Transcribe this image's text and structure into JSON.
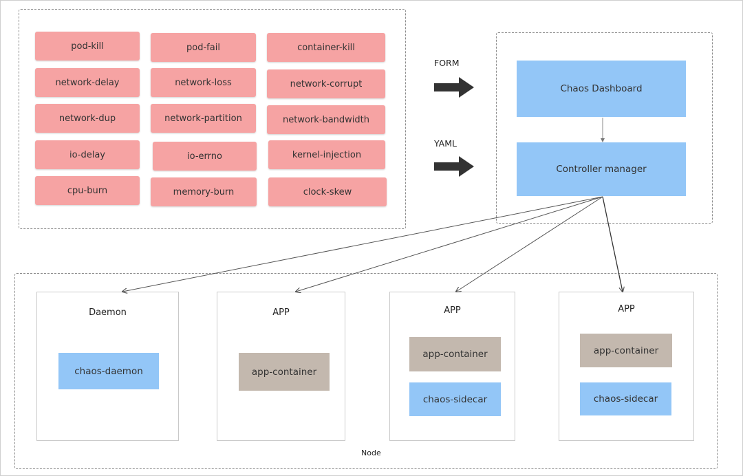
{
  "chaos_types": [
    "pod-kill",
    "pod-fail",
    "container-kill",
    "network-delay",
    "network-loss",
    "network-corrupt",
    "network-dup",
    "network-partition",
    "network-bandwidth",
    "io-delay",
    "io-errno",
    "kernel-injection",
    "cpu-burn",
    "memory-burn",
    "clock-skew"
  ],
  "inputs": {
    "form": "FORM",
    "yaml": "YAML"
  },
  "control_plane": {
    "dashboard": "Chaos Dashboard",
    "controller": "Controller manager"
  },
  "node": {
    "label": "Node",
    "cards": [
      {
        "title": "Daemon",
        "items": [
          {
            "text": "chaos-daemon",
            "kind": "daemon"
          }
        ]
      },
      {
        "title": "APP",
        "items": [
          {
            "text": "app-container",
            "kind": "container"
          }
        ]
      },
      {
        "title": "APP",
        "items": [
          {
            "text": "app-container",
            "kind": "container"
          },
          {
            "text": "chaos-sidecar",
            "kind": "sidecar"
          }
        ]
      },
      {
        "title": "APP",
        "items": [
          {
            "text": "app-container",
            "kind": "container"
          },
          {
            "text": "chaos-sidecar",
            "kind": "sidecar"
          }
        ]
      }
    ]
  },
  "colors": {
    "chaos_box": "#f6a3a3",
    "control_box": "#93c6f7",
    "container_box": "#c3b8ae",
    "arrow": "#333333"
  }
}
